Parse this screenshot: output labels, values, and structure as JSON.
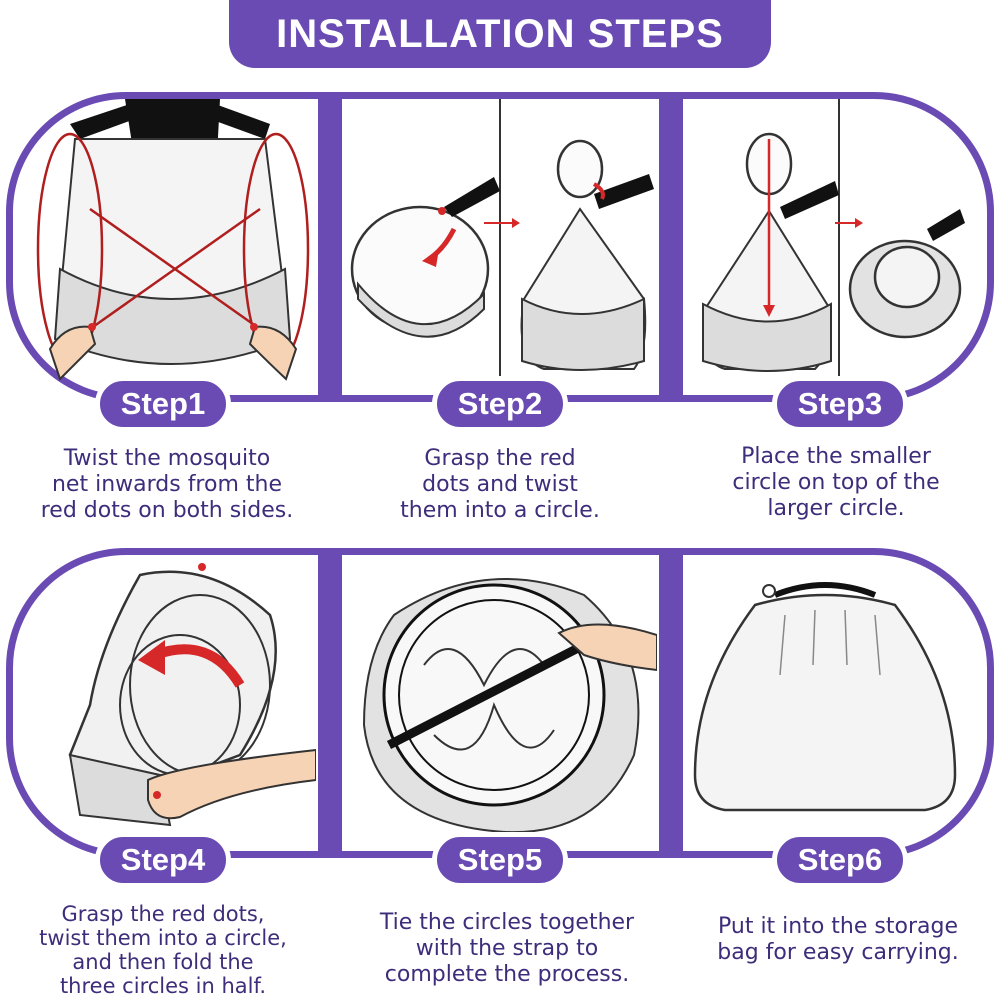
{
  "title": "INSTALLATION STEPS",
  "steps": [
    {
      "label": "Step1",
      "lines": [
        "Twist the mosquito",
        "net inwards from the",
        "red dots on both sides."
      ]
    },
    {
      "label": "Step2",
      "lines": [
        "Grasp the red",
        "dots and twist",
        "them into a circle."
      ]
    },
    {
      "label": "Step3",
      "lines": [
        "Place the smaller",
        "circle on top of the",
        "larger circle."
      ]
    },
    {
      "label": "Step4",
      "lines": [
        "Grasp the red dots,",
        "twist them into a circle,",
        "and then fold the",
        "three circles in half."
      ]
    },
    {
      "label": "Step5",
      "lines": [
        "Tie the circles together",
        "with the strap to",
        "complete the process."
      ]
    },
    {
      "label": "Step6",
      "lines": [
        "Put it into the storage",
        "bag for easy carrying."
      ]
    }
  ],
  "colors": {
    "brand": "#6a4bb3",
    "text": "#3e2d7a",
    "accent": "#d62828"
  }
}
